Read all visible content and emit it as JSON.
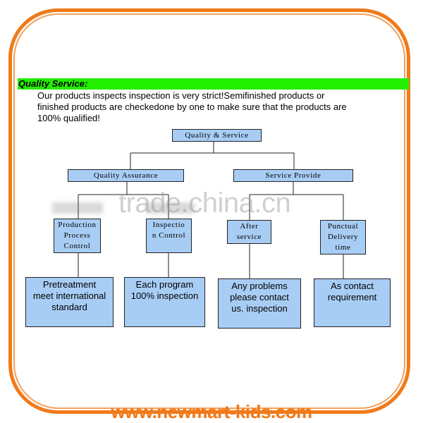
{
  "section": {
    "heading": "Quality Service:",
    "intro_line1": "Our products inspects inspection is very strict!Semifinished products or",
    "intro_line2": "finished products are checkedone by one to make sure that the products are",
    "intro_line3": "100% qualified!"
  },
  "diagram": {
    "root": "Quality & Service",
    "branches": [
      {
        "label": "Quality Assurance"
      },
      {
        "label": "Service Provide"
      }
    ],
    "mid": [
      {
        "line1": "Production",
        "line2": "Process",
        "line3": "Control"
      },
      {
        "line1": "Inspectio",
        "line2": "n Control"
      },
      {
        "line1": "After",
        "line2": "service"
      },
      {
        "line1": "Punctual",
        "line2": "Delivery",
        "line3": "time"
      }
    ],
    "leaves": [
      {
        "line1": "Pretreatment",
        "line2": "meet international",
        "line3": "standard"
      },
      {
        "line1": "Each program",
        "line2": "100% inspection"
      },
      {
        "line1": "Any problems",
        "line2": "please contact",
        "line3": "us. inspection"
      },
      {
        "line1": "As contact",
        "line2": "requirement"
      }
    ]
  },
  "watermark": "trade.china.cn",
  "footer": "www.newmart-kids.com",
  "colors": {
    "frame": "#f07a1a",
    "banner": "#22ee00",
    "box_fill": "#a8cdf5"
  }
}
